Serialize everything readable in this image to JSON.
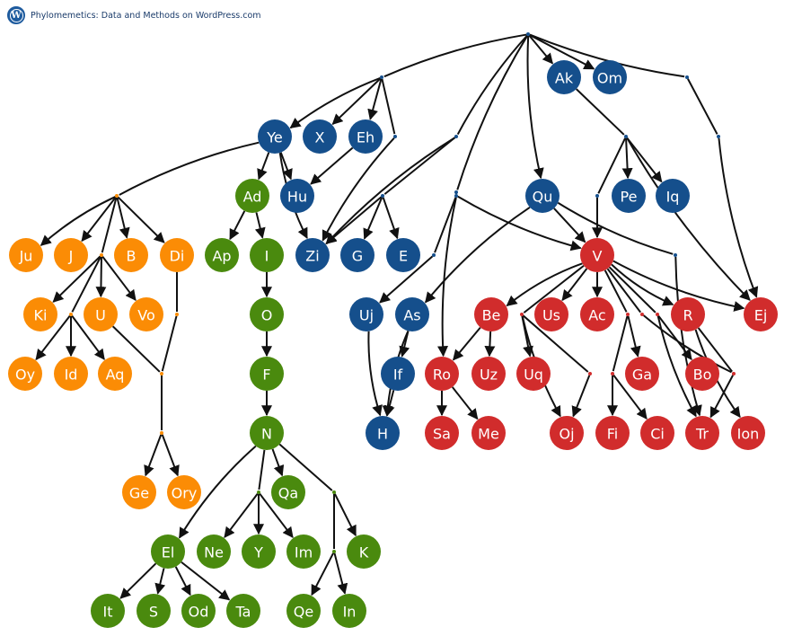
{
  "header": {
    "logo_icon": "wordpress-icon",
    "logo_glyph": "W",
    "site_title": "Phylomemetics: Data and Methods on WordPress.com"
  },
  "colors": {
    "blue": "#154f8c",
    "orange": "#fb8c05",
    "green": "#4a8a0e",
    "red": "#d12c2c",
    "edge": "#111111"
  },
  "tree": {
    "nodes": [
      {
        "id": "root",
        "group": "blue",
        "hidden": true
      },
      {
        "id": "hb1",
        "group": "blue",
        "hidden": true
      },
      {
        "id": "Ak",
        "label": "Ak",
        "group": "blue"
      },
      {
        "id": "Om",
        "label": "Om",
        "group": "blue"
      },
      {
        "id": "hb2",
        "group": "blue",
        "hidden": true
      },
      {
        "id": "Ye",
        "label": "Ye",
        "group": "blue"
      },
      {
        "id": "X",
        "label": "X",
        "group": "blue"
      },
      {
        "id": "Eh",
        "label": "Eh",
        "group": "blue"
      },
      {
        "id": "hb3",
        "group": "blue",
        "hidden": true
      },
      {
        "id": "hb4",
        "group": "blue",
        "hidden": true
      },
      {
        "id": "hb5",
        "group": "blue",
        "hidden": true
      },
      {
        "id": "hb6",
        "group": "blue",
        "hidden": true
      },
      {
        "id": "Hu",
        "label": "Hu",
        "group": "blue"
      },
      {
        "id": "Zi",
        "label": "Zi",
        "group": "blue"
      },
      {
        "id": "hb7",
        "group": "blue",
        "hidden": true
      },
      {
        "id": "G",
        "label": "G",
        "group": "blue"
      },
      {
        "id": "E",
        "label": "E",
        "group": "blue"
      },
      {
        "id": "hb8",
        "group": "blue",
        "hidden": true
      },
      {
        "id": "hb9",
        "group": "blue",
        "hidden": true
      },
      {
        "id": "Qu",
        "label": "Qu",
        "group": "blue"
      },
      {
        "id": "hb10",
        "group": "blue",
        "hidden": true
      },
      {
        "id": "Pe",
        "label": "Pe",
        "group": "blue"
      },
      {
        "id": "Iq",
        "label": "Iq",
        "group": "blue"
      },
      {
        "id": "hb11",
        "group": "blue",
        "hidden": true
      },
      {
        "id": "hb12",
        "group": "blue",
        "hidden": true
      },
      {
        "id": "Uj",
        "label": "Uj",
        "group": "blue"
      },
      {
        "id": "As",
        "label": "As",
        "group": "blue"
      },
      {
        "id": "If",
        "label": "If",
        "group": "blue"
      },
      {
        "id": "H",
        "label": "H",
        "group": "blue"
      },
      {
        "id": "ho1",
        "group": "orange",
        "hidden": true
      },
      {
        "id": "Ju",
        "label": "Ju",
        "group": "orange"
      },
      {
        "id": "J",
        "label": "J",
        "group": "orange"
      },
      {
        "id": "ho2",
        "group": "orange",
        "hidden": true
      },
      {
        "id": "B",
        "label": "B",
        "group": "orange"
      },
      {
        "id": "Di",
        "label": "Di",
        "group": "orange"
      },
      {
        "id": "Ki",
        "label": "Ki",
        "group": "orange"
      },
      {
        "id": "ho3",
        "group": "orange",
        "hidden": true
      },
      {
        "id": "U",
        "label": "U",
        "group": "orange"
      },
      {
        "id": "Vo",
        "label": "Vo",
        "group": "orange"
      },
      {
        "id": "ho4",
        "group": "orange",
        "hidden": true
      },
      {
        "id": "Oy",
        "label": "Oy",
        "group": "orange"
      },
      {
        "id": "Id",
        "label": "Id",
        "group": "orange"
      },
      {
        "id": "Aq",
        "label": "Aq",
        "group": "orange"
      },
      {
        "id": "ho5",
        "group": "orange",
        "hidden": true
      },
      {
        "id": "ho6",
        "group": "orange",
        "hidden": true
      },
      {
        "id": "Ge",
        "label": "Ge",
        "group": "orange"
      },
      {
        "id": "Ory",
        "label": "Ory",
        "group": "orange"
      },
      {
        "id": "Ad",
        "label": "Ad",
        "group": "green"
      },
      {
        "id": "Ap",
        "label": "Ap",
        "group": "green"
      },
      {
        "id": "I",
        "label": "I",
        "group": "green"
      },
      {
        "id": "O",
        "label": "O",
        "group": "green"
      },
      {
        "id": "F",
        "label": "F",
        "group": "green"
      },
      {
        "id": "N",
        "label": "N",
        "group": "green"
      },
      {
        "id": "Qa",
        "label": "Qa",
        "group": "green"
      },
      {
        "id": "hg1",
        "group": "green",
        "hidden": true
      },
      {
        "id": "hg2",
        "group": "green",
        "hidden": true
      },
      {
        "id": "El",
        "label": "El",
        "group": "green"
      },
      {
        "id": "Ne",
        "label": "Ne",
        "group": "green"
      },
      {
        "id": "Y",
        "label": "Y",
        "group": "green"
      },
      {
        "id": "Im",
        "label": "Im",
        "group": "green"
      },
      {
        "id": "K",
        "label": "K",
        "group": "green"
      },
      {
        "id": "hg3",
        "group": "green",
        "hidden": true
      },
      {
        "id": "It",
        "label": "It",
        "group": "green"
      },
      {
        "id": "S",
        "label": "S",
        "group": "green"
      },
      {
        "id": "Od",
        "label": "Od",
        "group": "green"
      },
      {
        "id": "Ta",
        "label": "Ta",
        "group": "green"
      },
      {
        "id": "Qe",
        "label": "Qe",
        "group": "green"
      },
      {
        "id": "In",
        "label": "In",
        "group": "green"
      },
      {
        "id": "V",
        "label": "V",
        "group": "red"
      },
      {
        "id": "Be",
        "label": "Be",
        "group": "red"
      },
      {
        "id": "hr1",
        "group": "red",
        "hidden": true
      },
      {
        "id": "Us",
        "label": "Us",
        "group": "red"
      },
      {
        "id": "Ac",
        "label": "Ac",
        "group": "red"
      },
      {
        "id": "hr2",
        "group": "red",
        "hidden": true
      },
      {
        "id": "hr3",
        "group": "red",
        "hidden": true
      },
      {
        "id": "R",
        "label": "R",
        "group": "red"
      },
      {
        "id": "Ej",
        "label": "Ej",
        "group": "red"
      },
      {
        "id": "Ro",
        "label": "Ro",
        "group": "red"
      },
      {
        "id": "Uz",
        "label": "Uz",
        "group": "red"
      },
      {
        "id": "Uq",
        "label": "Uq",
        "group": "red"
      },
      {
        "id": "hr4",
        "group": "red",
        "hidden": true
      },
      {
        "id": "hr5",
        "group": "red",
        "hidden": true
      },
      {
        "id": "Ga",
        "label": "Ga",
        "group": "red"
      },
      {
        "id": "hr6",
        "group": "red",
        "hidden": true
      },
      {
        "id": "Bo",
        "label": "Bo",
        "group": "red"
      },
      {
        "id": "hr7",
        "group": "red",
        "hidden": true
      },
      {
        "id": "Sa",
        "label": "Sa",
        "group": "red"
      },
      {
        "id": "Me",
        "label": "Me",
        "group": "red"
      },
      {
        "id": "Oj",
        "label": "Oj",
        "group": "red"
      },
      {
        "id": "Fi",
        "label": "Fi",
        "group": "red"
      },
      {
        "id": "Ci",
        "label": "Ci",
        "group": "red"
      },
      {
        "id": "Tr",
        "label": "Tr",
        "group": "red"
      },
      {
        "id": "Ion",
        "label": "Ion",
        "group": "red"
      }
    ],
    "edges": [
      [
        "root",
        "hb1"
      ],
      [
        "root",
        "Ak"
      ],
      [
        "root",
        "Om"
      ],
      [
        "root",
        "hb2"
      ],
      [
        "root",
        "hb4"
      ],
      [
        "root",
        "Qu"
      ],
      [
        "root",
        "hb5"
      ],
      [
        "hb1",
        "Ye"
      ],
      [
        "hb1",
        "X"
      ],
      [
        "hb1",
        "Eh"
      ],
      [
        "hb1",
        "hb3"
      ],
      [
        "hb3",
        "Zi"
      ],
      [
        "Eh",
        "Hu"
      ],
      [
        "Ye",
        "ho1"
      ],
      [
        "Ye",
        "Ad"
      ],
      [
        "Ye",
        "Hu"
      ],
      [
        "Ye",
        "Zi"
      ],
      [
        "hb2",
        "hb6"
      ],
      [
        "hb6",
        "Ej"
      ],
      [
        "Ak",
        "hb8"
      ],
      [
        "hb8",
        "hb9"
      ],
      [
        "hb8",
        "Pe"
      ],
      [
        "hb8",
        "Iq"
      ],
      [
        "hb8",
        "Ej"
      ],
      [
        "hb9",
        "V"
      ],
      [
        "hb4",
        "hb7"
      ],
      [
        "hb4",
        "Zi"
      ],
      [
        "hb7",
        "G"
      ],
      [
        "hb7",
        "E"
      ],
      [
        "hb7",
        "Zi"
      ],
      [
        "hb5",
        "hb10"
      ],
      [
        "hb10",
        "hb11"
      ],
      [
        "hb10",
        "Ro"
      ],
      [
        "hb10",
        "V"
      ],
      [
        "hb11",
        "Uj"
      ],
      [
        "Qu",
        "As"
      ],
      [
        "Qu",
        "V"
      ],
      [
        "Qu",
        "hb12"
      ],
      [
        "hb12",
        "Tr"
      ],
      [
        "Uj",
        "H"
      ],
      [
        "As",
        "If"
      ],
      [
        "As",
        "H"
      ],
      [
        "If",
        "H"
      ],
      [
        "ho1",
        "Ju"
      ],
      [
        "ho1",
        "J"
      ],
      [
        "ho1",
        "ho2"
      ],
      [
        "ho1",
        "B"
      ],
      [
        "ho1",
        "Di"
      ],
      [
        "ho2",
        "Ki"
      ],
      [
        "ho2",
        "ho3"
      ],
      [
        "ho2",
        "U"
      ],
      [
        "ho2",
        "Vo"
      ],
      [
        "ho3",
        "Oy"
      ],
      [
        "ho3",
        "Id"
      ],
      [
        "ho3",
        "Aq"
      ],
      [
        "Di",
        "ho4"
      ],
      [
        "ho4",
        "ho5"
      ],
      [
        "U",
        "ho5"
      ],
      [
        "ho5",
        "ho6"
      ],
      [
        "ho6",
        "Ge"
      ],
      [
        "ho6",
        "Ory"
      ],
      [
        "Ad",
        "Ap"
      ],
      [
        "Ad",
        "I"
      ],
      [
        "I",
        "O"
      ],
      [
        "O",
        "F"
      ],
      [
        "F",
        "N"
      ],
      [
        "N",
        "El"
      ],
      [
        "N",
        "hg1"
      ],
      [
        "N",
        "Qa"
      ],
      [
        "N",
        "hg2"
      ],
      [
        "hg1",
        "Ne"
      ],
      [
        "hg1",
        "Y"
      ],
      [
        "hg1",
        "Im"
      ],
      [
        "hg2",
        "hg3"
      ],
      [
        "hg2",
        "K"
      ],
      [
        "hg3",
        "Qe"
      ],
      [
        "hg3",
        "In"
      ],
      [
        "El",
        "It"
      ],
      [
        "El",
        "S"
      ],
      [
        "El",
        "Od"
      ],
      [
        "El",
        "Ta"
      ],
      [
        "V",
        "Be"
      ],
      [
        "V",
        "hr1"
      ],
      [
        "V",
        "Us"
      ],
      [
        "V",
        "Ac"
      ],
      [
        "V",
        "hr2"
      ],
      [
        "V",
        "hr3"
      ],
      [
        "V",
        "R"
      ],
      [
        "V",
        "Ej"
      ],
      [
        "V",
        "hr6"
      ],
      [
        "Be",
        "Ro"
      ],
      [
        "Be",
        "Uz"
      ],
      [
        "hr1",
        "Uq"
      ],
      [
        "hr1",
        "hr4"
      ],
      [
        "hr4",
        "Oj"
      ],
      [
        "hr1",
        "Oj"
      ],
      [
        "hr2",
        "hr5"
      ],
      [
        "hr2",
        "Ga"
      ],
      [
        "hr5",
        "Fi"
      ],
      [
        "hr5",
        "Ci"
      ],
      [
        "hr3",
        "Bo"
      ],
      [
        "hr3",
        "Tr"
      ],
      [
        "hr6",
        "hr7"
      ],
      [
        "R",
        "hr7"
      ],
      [
        "R",
        "Ion"
      ],
      [
        "hr7",
        "Tr"
      ],
      [
        "Ro",
        "Sa"
      ],
      [
        "Ro",
        "Me"
      ]
    ]
  }
}
